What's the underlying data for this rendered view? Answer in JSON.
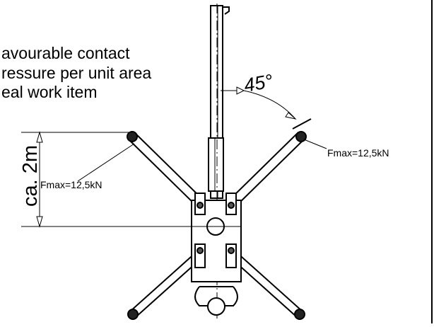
{
  "heading": {
    "lines": [
      "avourable contact",
      "ressure per unit area",
      "eal work item"
    ]
  },
  "labels": {
    "angle": "45°",
    "force_right": "Fmax=12,5kN",
    "force_left": "Fmax=12,5kN",
    "dimension": "ca. 2m"
  },
  "colors": {
    "line": "#000000",
    "background": "#ffffff"
  }
}
